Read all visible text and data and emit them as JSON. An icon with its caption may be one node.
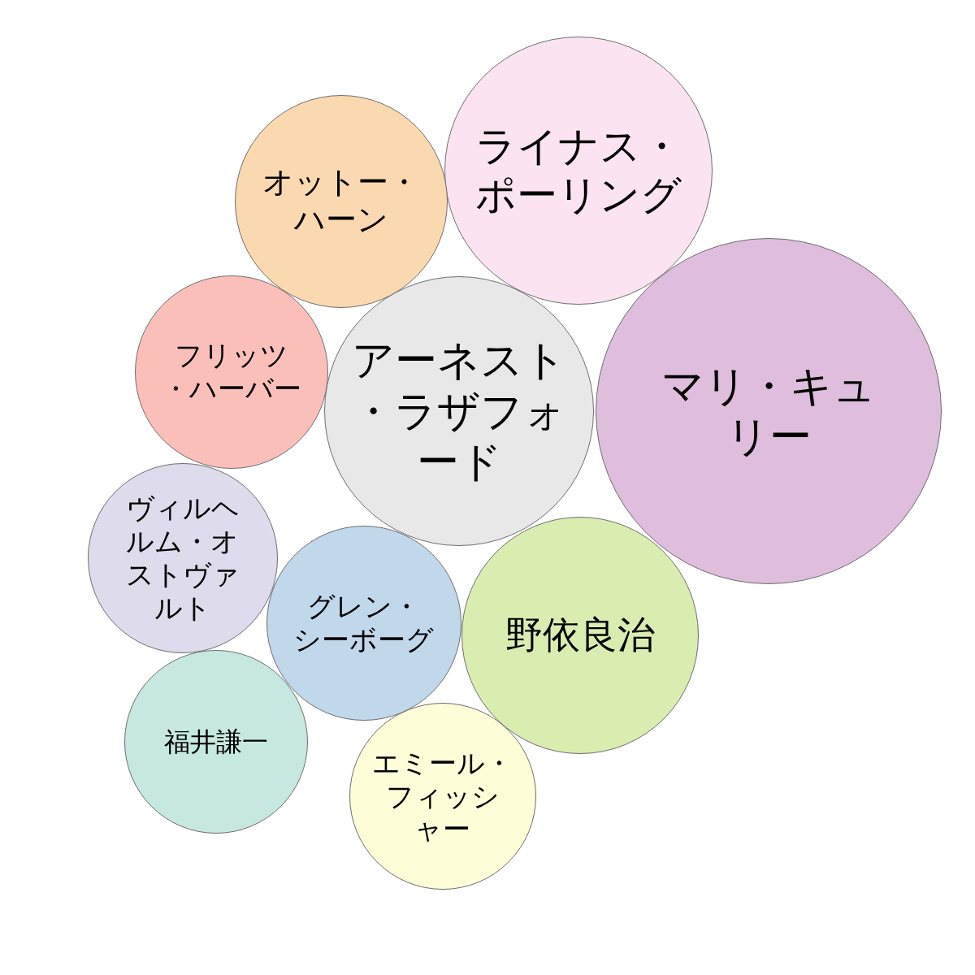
{
  "diagram": {
    "nodes": [
      {
        "text": [
          "ライナス・ポーリング"
        ]
      },
      {
        "text": [
          "オットー・ハーン"
        ]
      },
      {
        "text": [
          "マリ・キュリー"
        ]
      },
      {
        "text": [
          "フリッツ・ハーバー"
        ]
      },
      {
        "text": [
          "アーネスト・ラザフォード"
        ]
      },
      {
        "text": [
          "ヴィルヘルム・オストヴァルト"
        ]
      },
      {
        "text": [
          "グレン・シーボーグ"
        ]
      },
      {
        "text": [
          "野依良治"
        ]
      },
      {
        "text": [
          "福井謙一"
        ]
      },
      {
        "text": [
          "エミール・フィッシャー"
        ]
      }
    ]
  }
}
